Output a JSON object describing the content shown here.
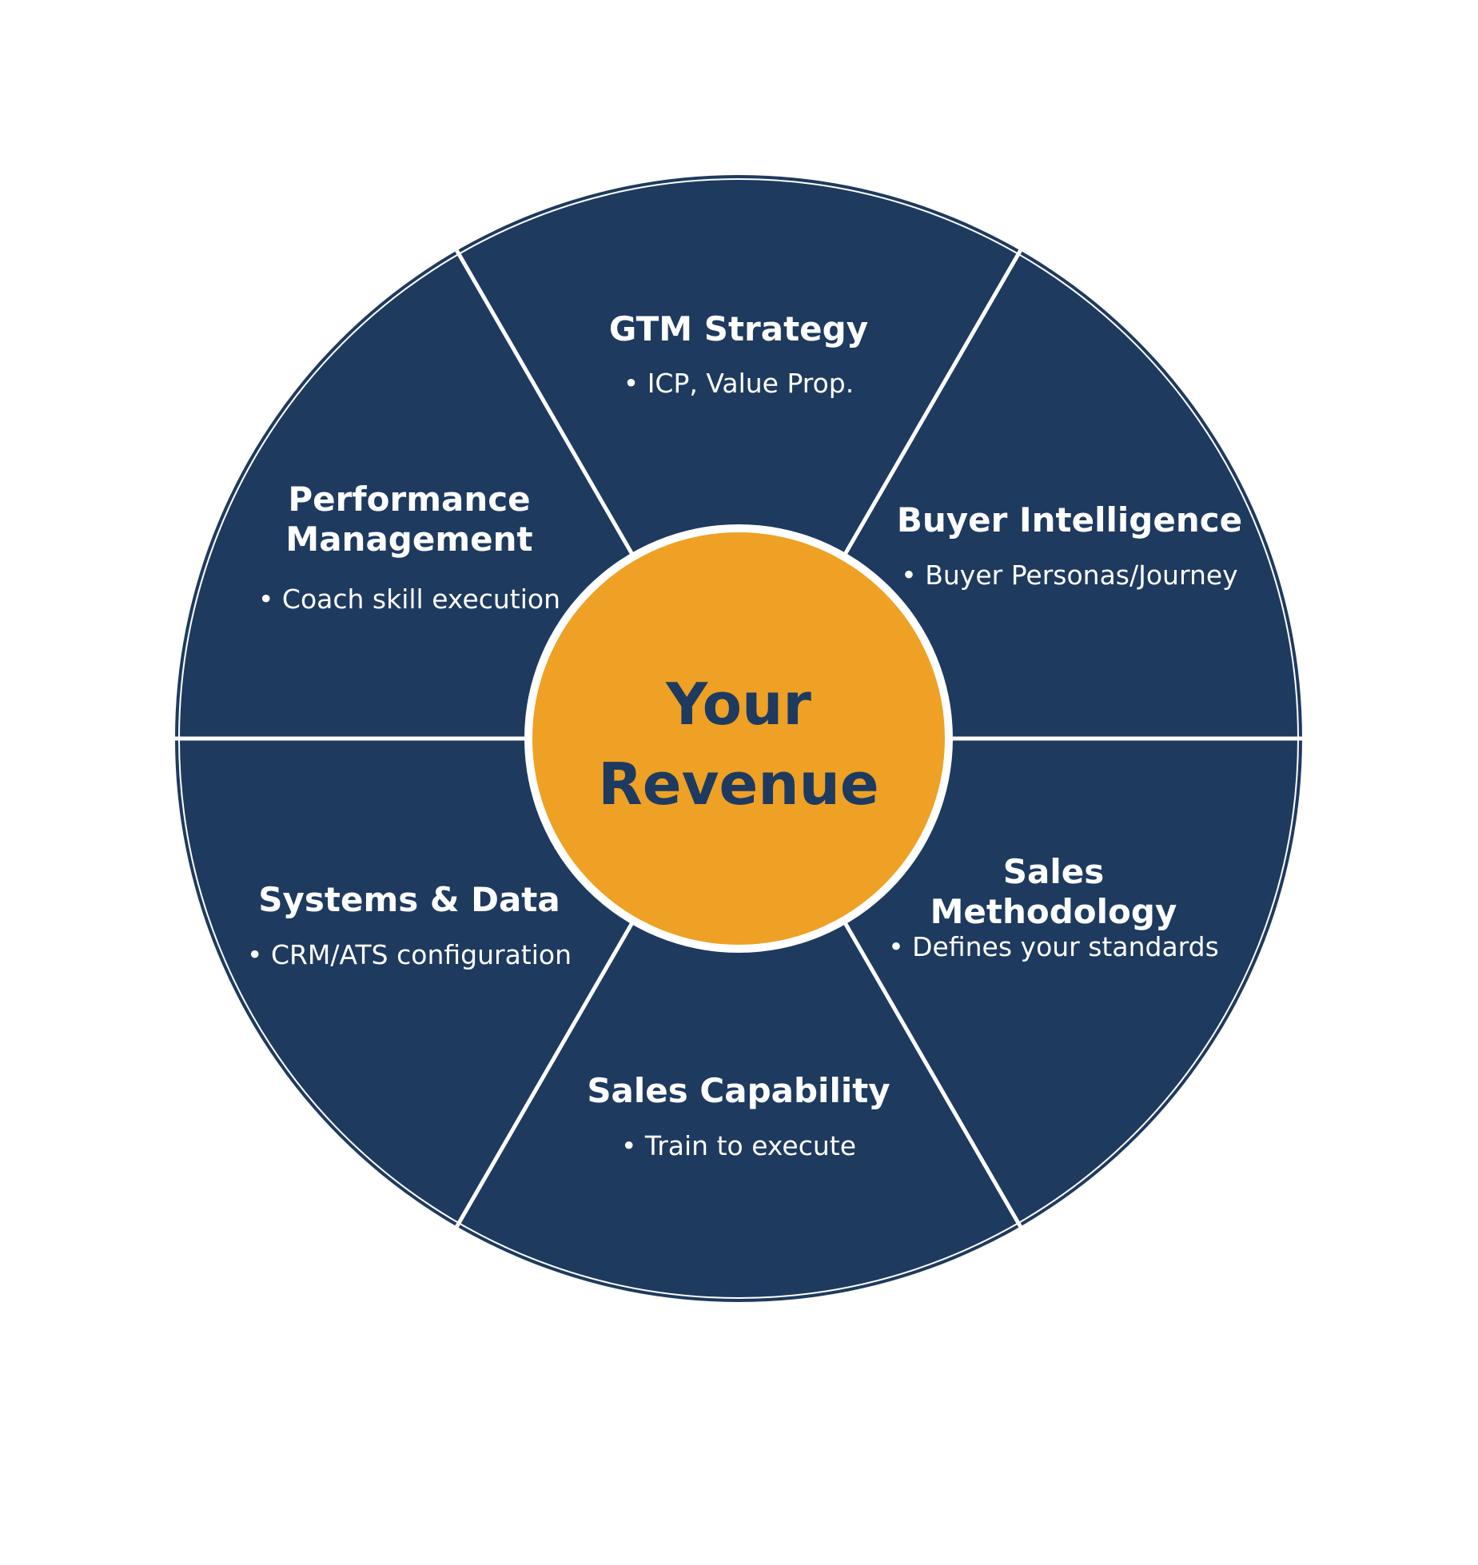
{
  "colors": {
    "segment_fill": "#1e3a5f",
    "divider": "#ffffff",
    "center_fill": "#eea124",
    "center_text": "#1e3a5f",
    "segment_text": "#ffffff"
  },
  "center": {
    "line1": "Your",
    "line2": "Revenue"
  },
  "segments": [
    {
      "title_lines": [
        "GTM Strategy"
      ],
      "bullet": "• ICP, Value Prop."
    },
    {
      "title_lines": [
        "Buyer Intelligence"
      ],
      "bullet": "• Buyer Personas/Journey"
    },
    {
      "title_lines": [
        "Sales",
        "Methodology"
      ],
      "bullet": "• Defines your standards"
    },
    {
      "title_lines": [
        "Sales Capability"
      ],
      "bullet": "• Train to execute"
    },
    {
      "title_lines": [
        "Systems & Data"
      ],
      "bullet": "• CRM/ATS configuration"
    },
    {
      "title_lines": [
        "Performance",
        "Management"
      ],
      "bullet": "• Coach skill execution"
    }
  ]
}
